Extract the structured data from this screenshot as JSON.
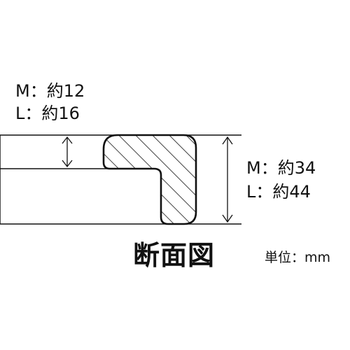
{
  "diagram": {
    "thickness_label": {
      "m": "M：約12",
      "l": "L：約16"
    },
    "height_label": {
      "m": "M：約34",
      "l": "L：約44"
    },
    "title": "断面図",
    "unit": "単位：mm"
  }
}
